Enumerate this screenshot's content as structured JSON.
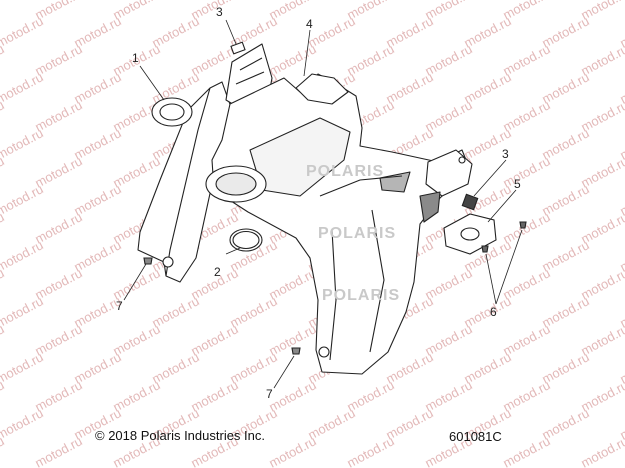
{
  "diagram": {
    "callouts": [
      "1",
      "2",
      "3",
      "3",
      "4",
      "5",
      "6",
      "7",
      "7"
    ],
    "watermark_text": "motod.ru",
    "brand_watermark": "POLARIS"
  },
  "footer": {
    "copyright": "© 2018 Polaris Industries Inc.",
    "part_number": "601081C"
  }
}
